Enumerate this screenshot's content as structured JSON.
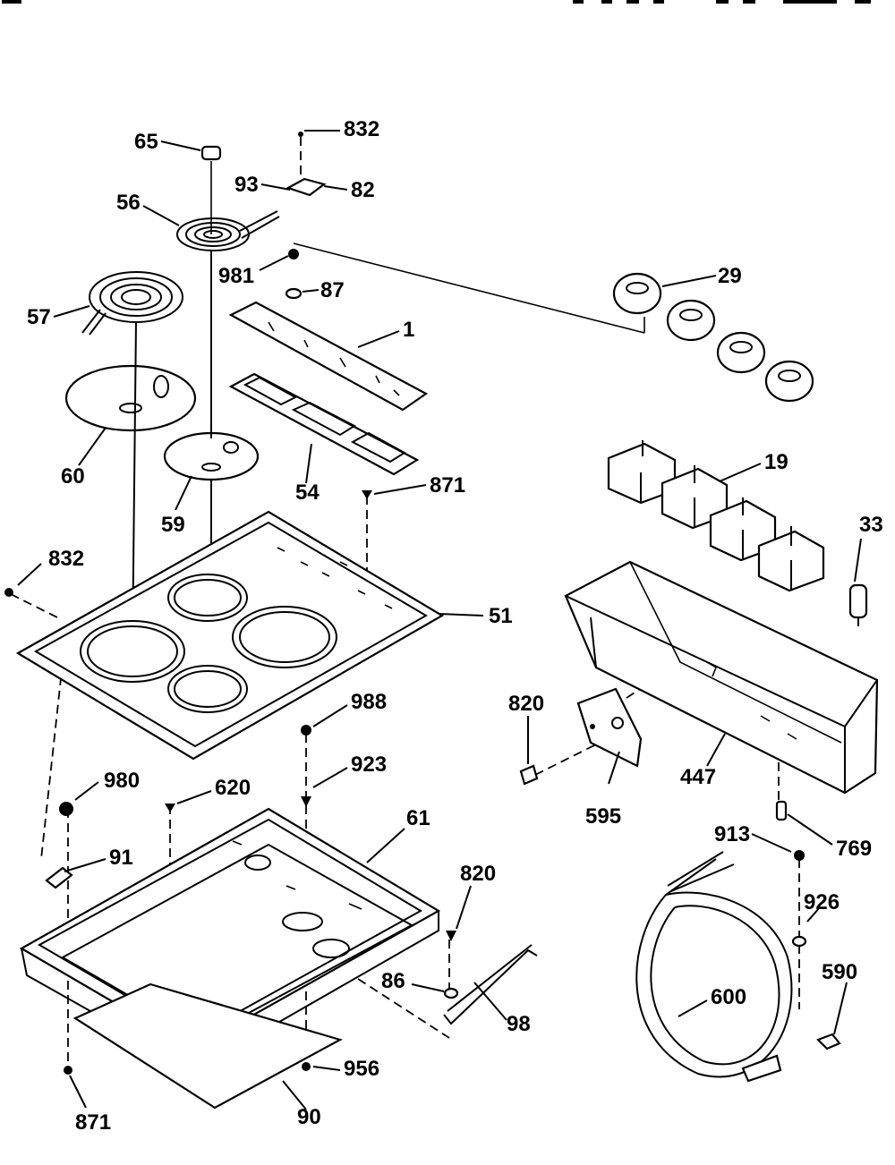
{
  "labels": {
    "p65": "65",
    "p832a": "832",
    "p93": "93",
    "p82": "82",
    "p56": "56",
    "p981": "981",
    "p87": "87",
    "p29": "29",
    "p57": "57",
    "p1": "1",
    "p60": "60",
    "p54": "54",
    "p59": "59",
    "p871a": "871",
    "p19": "19",
    "p33": "33",
    "p832b": "832",
    "p51": "51",
    "p820a": "820",
    "p988": "988",
    "p923": "923",
    "p980": "980",
    "p620": "620",
    "p61": "61",
    "p91": "91",
    "p820b": "820",
    "p447": "447",
    "p595": "595",
    "p913": "913",
    "p769": "769",
    "p926": "926",
    "p86": "86",
    "p98": "98",
    "p600": "600",
    "p590": "590",
    "p956": "956",
    "p871b": "871",
    "p90": "90"
  }
}
